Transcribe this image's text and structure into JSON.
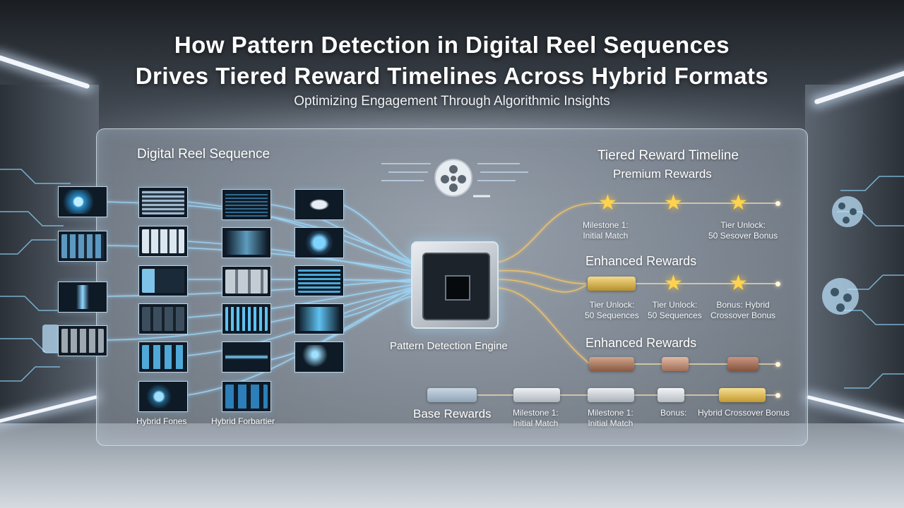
{
  "header": {
    "title_line1": "How Pattern Detection in Digital Reel Sequences",
    "title_line2": "Drives Tiered Reward Timelines Across Hybrid Formats",
    "subtitle": "Optimizing Engagement Through Algorithmic Insights"
  },
  "left": {
    "heading": "Digital Reel Sequence",
    "caption_a": "Hybrid Fones",
    "caption_b": "Hybrid Forbartier"
  },
  "center": {
    "engine_label": "Pattern Detection Engine"
  },
  "right": {
    "heading": "Tiered Reward Timeline",
    "premium": {
      "label": "Premium Rewards",
      "note_left": "Milestone 1:\nInitial Match",
      "note_right": "Tier Unlock:\n50 Sesover Bonus"
    },
    "enhanced1": {
      "label": "Enhanced Rewards",
      "note_1": "Tier Unlock:\n50 Sequences",
      "note_2": "Tier Unlock:\n50 Sequences",
      "note_3": "Bonus: Hybrid\nCrossover Bonus"
    },
    "enhanced2": {
      "label": "Enhanced Rewards"
    },
    "base": {
      "label": "Base Rewards",
      "note_1": "Milestone 1:\nInitial Match",
      "note_2": "Milestone 1:\nInitial Match",
      "note_3": "Bonus:",
      "note_4": "Hybrid Crossover Bonus"
    }
  },
  "colors": {
    "gold": "#d9b44a",
    "bronze": "#a8735a",
    "silver": "#c9ced4",
    "glow_blue": "#7fd3ff",
    "glow_amber": "#f2c46b"
  }
}
